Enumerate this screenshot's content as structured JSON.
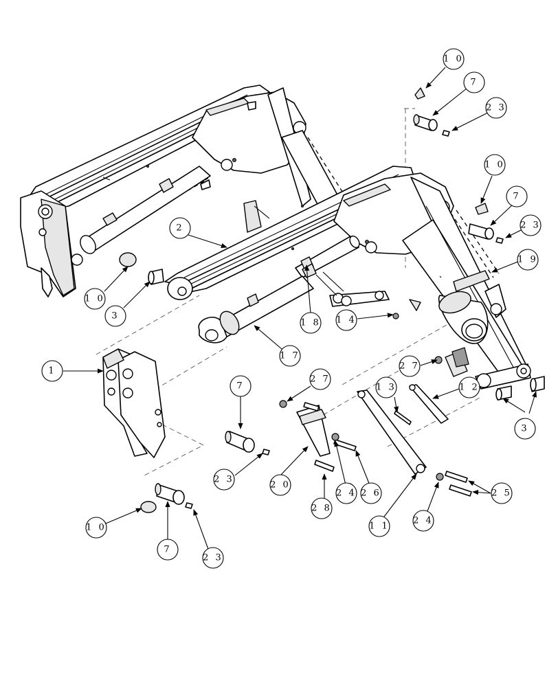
{
  "callouts": [
    {
      "id": "c-10-top",
      "label": "1 0"
    },
    {
      "id": "c-7-top",
      "label": "7"
    },
    {
      "id": "c-23-top",
      "label": "2 3"
    },
    {
      "id": "c-10-right",
      "label": "1 0"
    },
    {
      "id": "c-7-right",
      "label": "7"
    },
    {
      "id": "c-23-right",
      "label": "2 3"
    },
    {
      "id": "c-19",
      "label": "1 9"
    },
    {
      "id": "c-2",
      "label": "2"
    },
    {
      "id": "c-10-left",
      "label": "1 0"
    },
    {
      "id": "c-3-left",
      "label": "3"
    },
    {
      "id": "c-18",
      "label": "1 8"
    },
    {
      "id": "c-14",
      "label": "1 4"
    },
    {
      "id": "c-17",
      "label": "1 7"
    },
    {
      "id": "c-1",
      "label": "1"
    },
    {
      "id": "c-27-right",
      "label": "2 7"
    },
    {
      "id": "c-13",
      "label": "1 3"
    },
    {
      "id": "c-12",
      "label": "1 2"
    },
    {
      "id": "c-7-mid",
      "label": "7"
    },
    {
      "id": "c-27-mid",
      "label": "2 7"
    },
    {
      "id": "c-3-right",
      "label": "3"
    },
    {
      "id": "c-25",
      "label": "2 5"
    },
    {
      "id": "c-23-mid",
      "label": "2 3"
    },
    {
      "id": "c-20",
      "label": "2 0"
    },
    {
      "id": "c-24-left",
      "label": "2 4"
    },
    {
      "id": "c-26",
      "label": "2 6"
    },
    {
      "id": "c-28",
      "label": "2 8"
    },
    {
      "id": "c-11",
      "label": "1 1"
    },
    {
      "id": "c-24-right",
      "label": "2 4"
    },
    {
      "id": "c-10-bottom",
      "label": "1 0"
    },
    {
      "id": "c-7-bottom",
      "label": "7"
    },
    {
      "id": "c-23-bottom",
      "label": "2 3"
    }
  ]
}
